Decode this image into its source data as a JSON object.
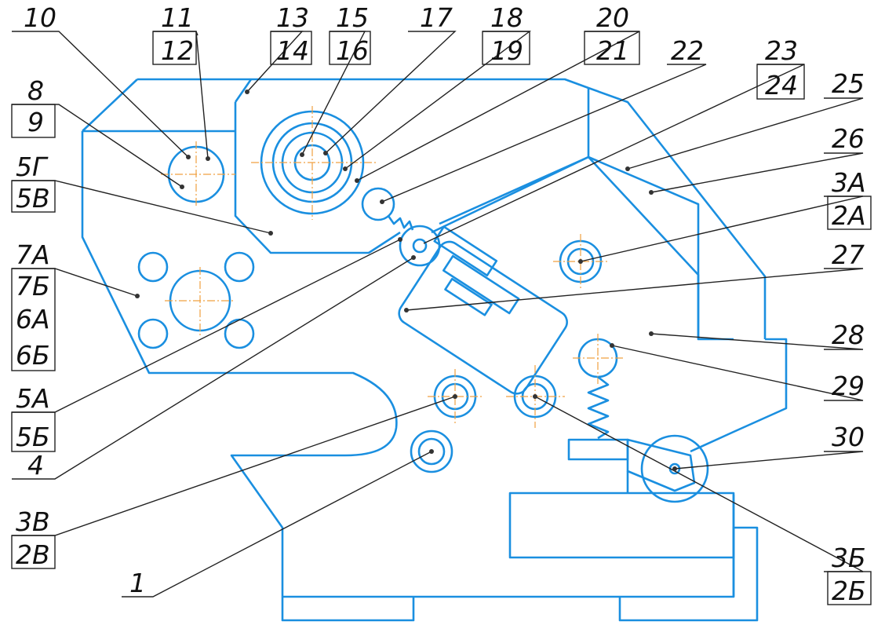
{
  "diagram": {
    "labels": {
      "l1": "1",
      "l3b": "3Б",
      "l2b": "2Б",
      "l3v": "3В",
      "l2v": "2В",
      "l4": "4",
      "l5a": "5А",
      "l5b": "5Б",
      "l5g": "5Г",
      "l5v": "5В",
      "l6a": "6А",
      "l6b": "6Б",
      "l7a": "7А",
      "l7b": "7Б",
      "l8": "8",
      "l9": "9",
      "l10": "10",
      "l11": "11",
      "l12": "12",
      "l13": "13",
      "l14": "14",
      "l15": "15",
      "l16": "16",
      "l17": "17",
      "l18": "18",
      "l19": "19",
      "l20": "20",
      "l21": "21",
      "l22": "22",
      "l23": "23",
      "l24": "24",
      "l25": "25",
      "l26": "26",
      "l27": "27",
      "l28": "28",
      "l29": "29",
      "l30": "30",
      "l3a": "3А",
      "l2a": "2А"
    },
    "colors": {
      "outline": "#1a8fe0",
      "centerline": "#f0a040",
      "leader": "#222222"
    }
  }
}
